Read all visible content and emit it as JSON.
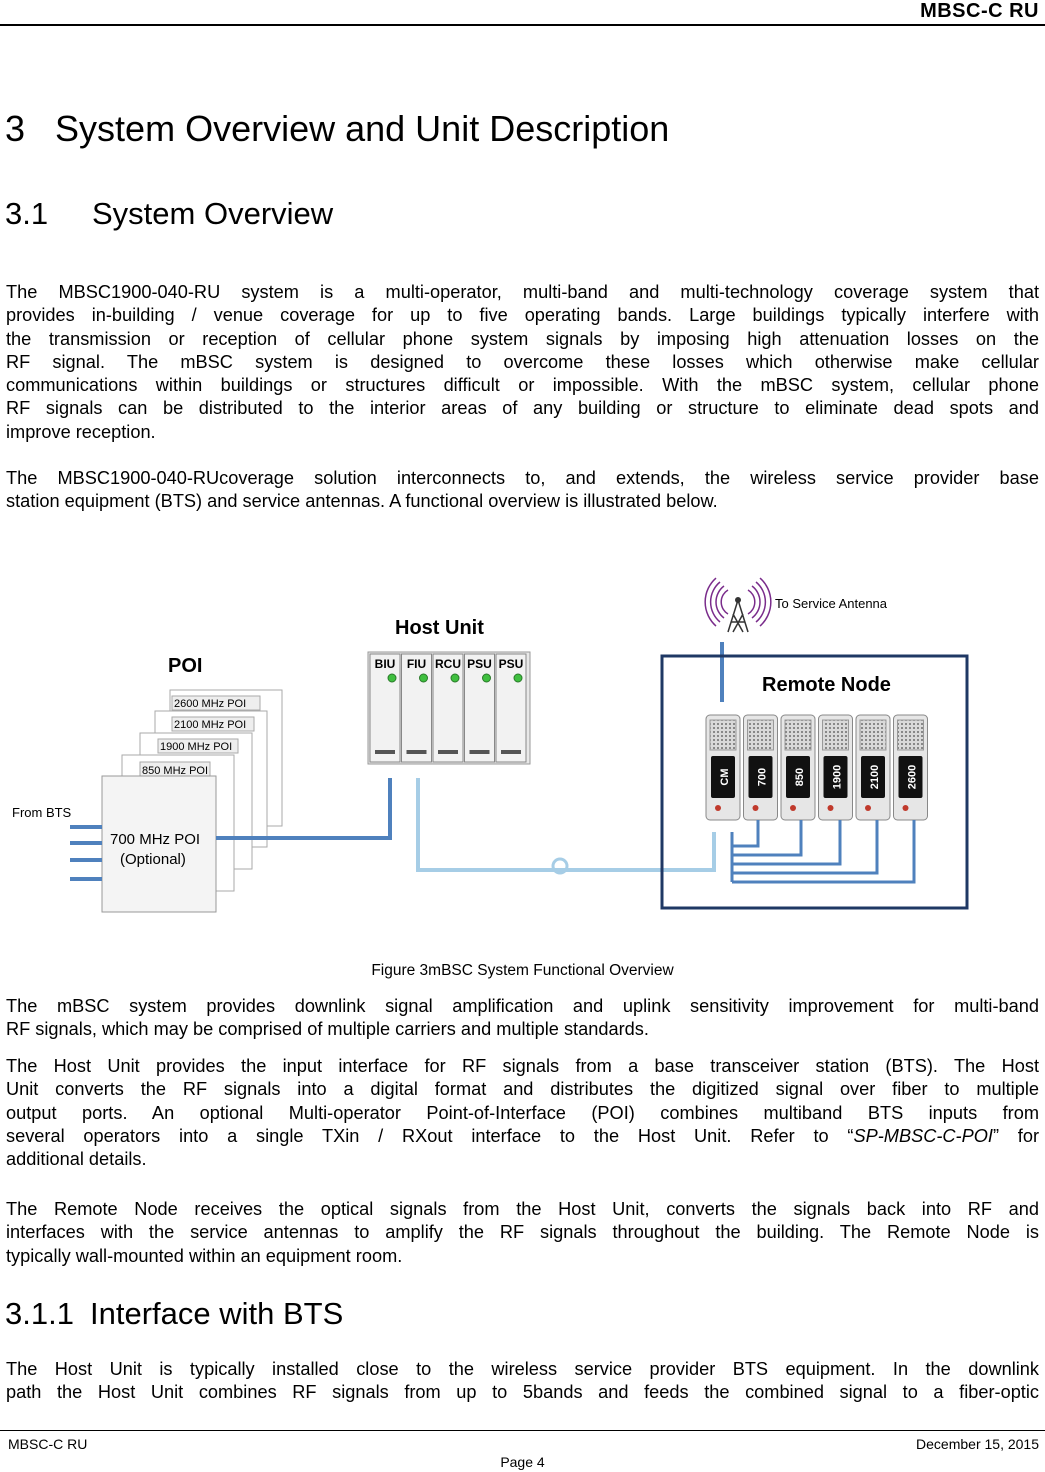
{
  "header": {
    "title": "MBSC-C RU"
  },
  "section": {
    "number": "3",
    "title": "System Overview and Unit Description"
  },
  "subsection": {
    "number": "3.1",
    "title": "System Overview"
  },
  "paragraphs": {
    "p1": [
      "The MBSC1900-040-RU system is a multi-operator, multi-band and multi-technology coverage system that",
      "provides in-building / venue coverage for up to five operating bands. Large buildings typically interfere with",
      "the transmission or reception of cellular phone system signals by imposing high attenuation losses on the",
      "RF signal. The mBSC system is designed to overcome these losses which otherwise make cellular",
      "communications within buildings or structures difficult or impossible. With the mBSC system, cellular phone",
      "RF signals can be distributed to the interior areas of any building or structure to eliminate dead spots and",
      "improve reception."
    ],
    "p2": [
      "The MBSC1900-040-RUcoverage solution interconnects to, and extends, the wireless service provider base",
      "station equipment (BTS) and service antennas. A functional overview is illustrated below."
    ],
    "p3": [
      "The mBSC system provides downlink signal amplification and uplink sensitivity improvement for multi-band",
      "RF signals, which may be comprised of multiple carriers and multiple standards."
    ],
    "p4": [
      "The Host Unit provides the input interface for RF signals from a base transceiver station (BTS). The Host",
      "Unit converts the RF signals into a digital format and distributes the digitized signal over fiber to multiple",
      "output ports. An optional Multi-operator Point-of-Interface (POI) combines multiband BTS inputs from",
      "several operators into a single TXin / RXout interface to the Host Unit. Refer to “",
      "additional details."
    ],
    "p4_ref": "SP-MBSC-C-POI",
    "p4_ref_suffix": "” for",
    "p5": [
      "The Remote Node receives the optical signals from the Host Unit, converts the signals back into RF and",
      "interfaces with the service antennas to amplify the RF signals throughout the building. The Remote Node is",
      "typically wall-mounted within an equipment room."
    ],
    "p6": [
      "The Host Unit is typically installed close to the wireless service provider BTS equipment. In the downlink",
      "path the Host Unit combines RF signals from up to 5bands and feeds the combined signal to a fiber-optic"
    ]
  },
  "subsubsection": {
    "number": "3.1.1",
    "title": "Interface with BTS"
  },
  "figure": {
    "caption": "Figure 3mBSC System Functional Overview",
    "labels": {
      "poi": "POI",
      "host_unit": "Host Unit",
      "remote_node": "Remote Node",
      "to_antenna": "To Service Antenna",
      "from_bts": "From BTS",
      "poi_cards": [
        "2600 MHz POI",
        "2100 MHz POI",
        "1900 MHz POI",
        "850 MHz POI"
      ],
      "poi_main_1": "700 MHz POI",
      "poi_main_2": "(Optional)",
      "host_modules": [
        "BIU",
        "FIU",
        "RCU",
        "PSU",
        "PSU"
      ],
      "remote_modules": [
        "CM",
        "700",
        "850",
        "1900",
        "2100",
        "2600"
      ]
    },
    "colors": {
      "fiber_dark": "#4f81bd",
      "fiber_light": "#a6cde6",
      "frame": "#1f3864"
    }
  },
  "footer": {
    "left": "MBSC-C RU",
    "right": "December 15, 2015",
    "page": "Page 4"
  }
}
